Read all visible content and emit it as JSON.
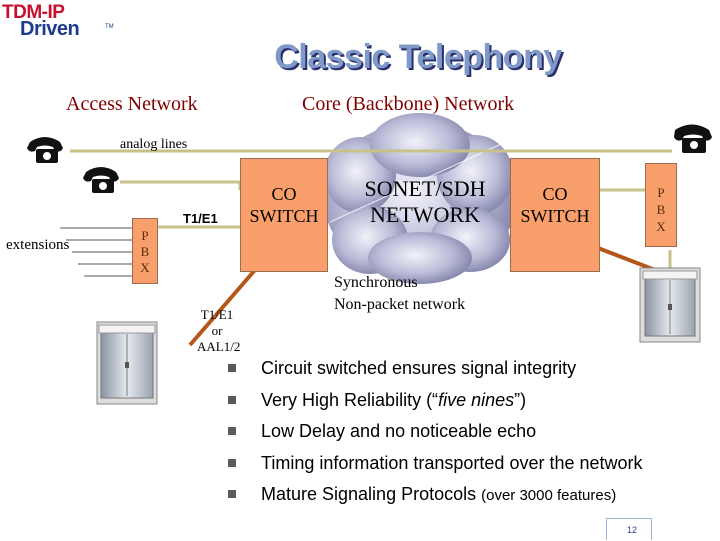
{
  "logo": {
    "line1": "TDM-IP",
    "line2": "Driven",
    "tm": "TM"
  },
  "title": "Classic Telephony",
  "labels": {
    "access_network": "Access Network",
    "core_network": "Core (Backbone) Network",
    "analog_lines": "analog lines",
    "extensions": "extensions",
    "t1e1": "T1/E1",
    "t1e1_or": "T1/E1",
    "or": "or",
    "aal": "AAL1/2",
    "synchronous": "Synchronous",
    "non_packet": "Non-packet network"
  },
  "nodes": {
    "pbx_left": [
      "P",
      "B",
      "X"
    ],
    "co_left": [
      "CO",
      "SWITCH"
    ],
    "sonet": [
      "SONET/SDH",
      "NETWORK"
    ],
    "co_right": [
      "CO",
      "SWITCH"
    ],
    "pbx_right": [
      "P",
      "B",
      "X"
    ]
  },
  "bullets": [
    {
      "text": "Circuit switched ensures signal integrity",
      "note": ""
    },
    {
      "text": "Very High Reliability (“",
      "em": "five nines",
      "tail": "”)"
    },
    {
      "text": "Low Delay and no noticeable echo",
      "note": ""
    },
    {
      "text": "Timing information transported over the network",
      "note": ""
    },
    {
      "text": "Mature Signaling Protocols ",
      "note": "(over 3000 features)"
    }
  ],
  "page_number": "12",
  "colors": {
    "box": "#f99f6c",
    "line": "#c8c28a",
    "trunk": "#b5561a",
    "title": "#7f99c9",
    "heading": "#800000"
  }
}
